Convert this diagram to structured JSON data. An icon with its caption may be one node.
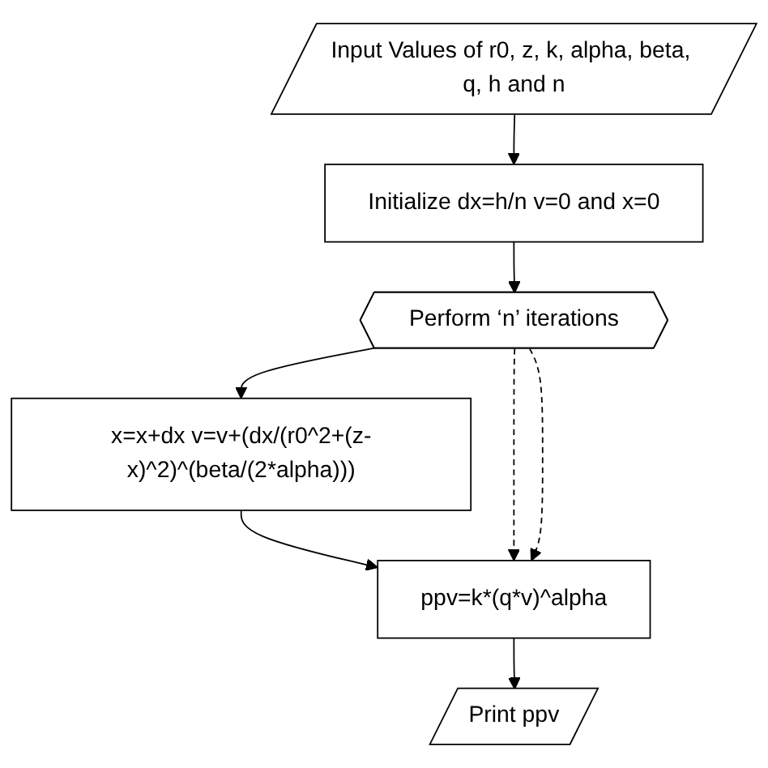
{
  "diagram": {
    "nodes": [
      {
        "text": [
          "Input Values of r0, z, k, alpha, beta, q, h and n"
        ]
      },
      {
        "text": [
          "Initialize dx=h/n v=0 and x=0"
        ]
      },
      {
        "text": [
          "Perform ‘n’ iterations"
        ]
      },
      {
        "text": [
          "x=x+dx v=v+(dx/(r0^2+(z-x)^2)^(beta/(2*alpha)))"
        ]
      },
      {
        "text": [
          "ppv=k*(q*v)^alpha"
        ]
      },
      {
        "text": [
          "Print ppv"
        ]
      }
    ],
    "edges": [
      {
        "from": 0,
        "to": 1,
        "arrow": "to"
      },
      {
        "from": 1,
        "to": 2,
        "arrow": "to"
      },
      {
        "from": 2,
        "to": 3,
        "arrow": "to"
      },
      {
        "from": 3,
        "to": 4,
        "arrow": "to"
      },
      {
        "from": 2,
        "to": 4,
        "arrow": "to",
        "style": "dashed"
      },
      {
        "from": 2,
        "to": 4,
        "arrow": "to",
        "style": "dashed"
      },
      {
        "from": 4,
        "to": 5,
        "arrow": "to"
      }
    ]
  }
}
